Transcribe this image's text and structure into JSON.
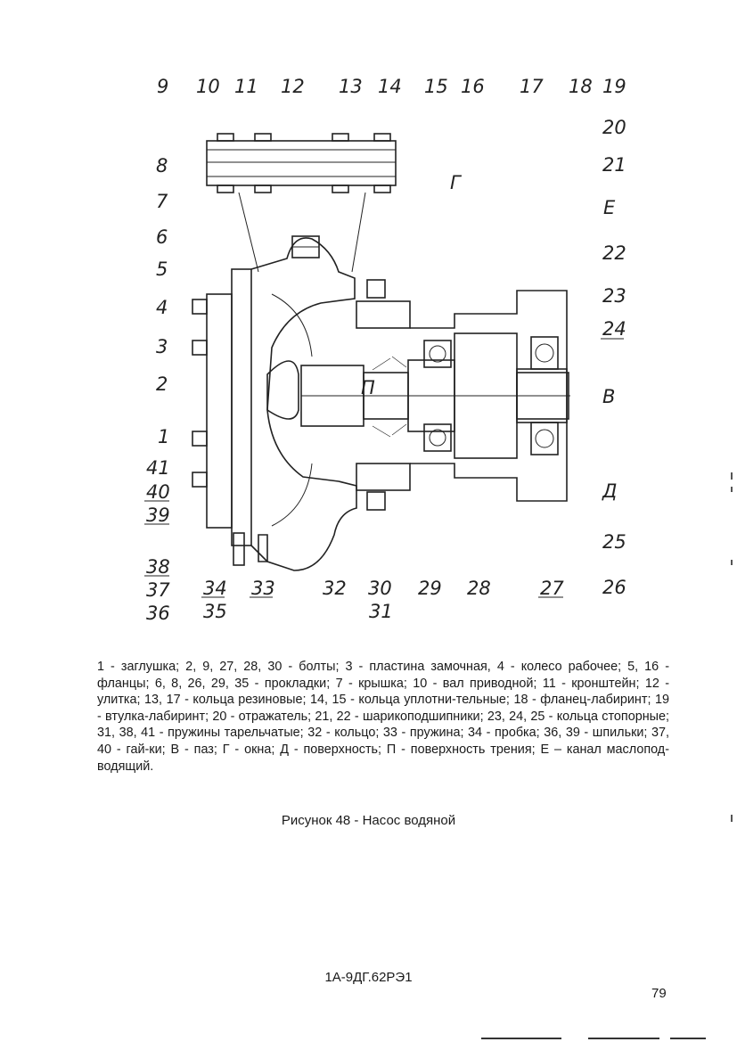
{
  "drawing": {
    "callouts_top": [
      "9",
      "10",
      "11",
      "12",
      "13",
      "14",
      "15",
      "16",
      "17",
      "18",
      "19"
    ],
    "callouts_left": [
      "8",
      "7",
      "6",
      "5",
      "4",
      "3",
      "2",
      "1",
      "41",
      "40",
      "39",
      "38",
      "37",
      "36"
    ],
    "callouts_right": [
      "20",
      "21",
      "Е",
      "22",
      "23",
      "24",
      "В",
      "Д",
      "25",
      "26"
    ],
    "callouts_bottom": [
      "34",
      "35",
      "33",
      "32",
      "30",
      "31",
      "29",
      "28",
      "27"
    ],
    "label_window": "Г",
    "label_friction": "П"
  },
  "legend_text": "1 - заглушка; 2, 9, 27, 28, 30 - болты; 3 - пластина замочная, 4 - колесо рабочее; 5, 16 - фланцы; 6, 8, 26, 29, 35 - прокладки; 7 - крышка; 10 - вал приводной; 11 - кронштейн; 12 - улитка; 13, 17 - кольца резиновые; 14, 15 - кольца уплотни-тельные; 18 - фланец-лабиринт; 19 - втулка-лабиринт; 20 - отражатель; 21, 22 - шарикоподшипники; 23, 24, 25 - кольца стопорные; 31, 38, 41 - пружины тарельчатые; 32 - кольцо; 33 - пружина; 34 - пробка; 36, 39 - шпильки; 37, 40 - гай-ки; В - паз; Г - окна; Д - поверхность; П - поверхность трения; Е – канал маслопод-водящий.",
  "caption": "Рисунок 48 - Насос водяной",
  "document_number": "1А-9ДГ.62РЭ1",
  "page_number": "79"
}
